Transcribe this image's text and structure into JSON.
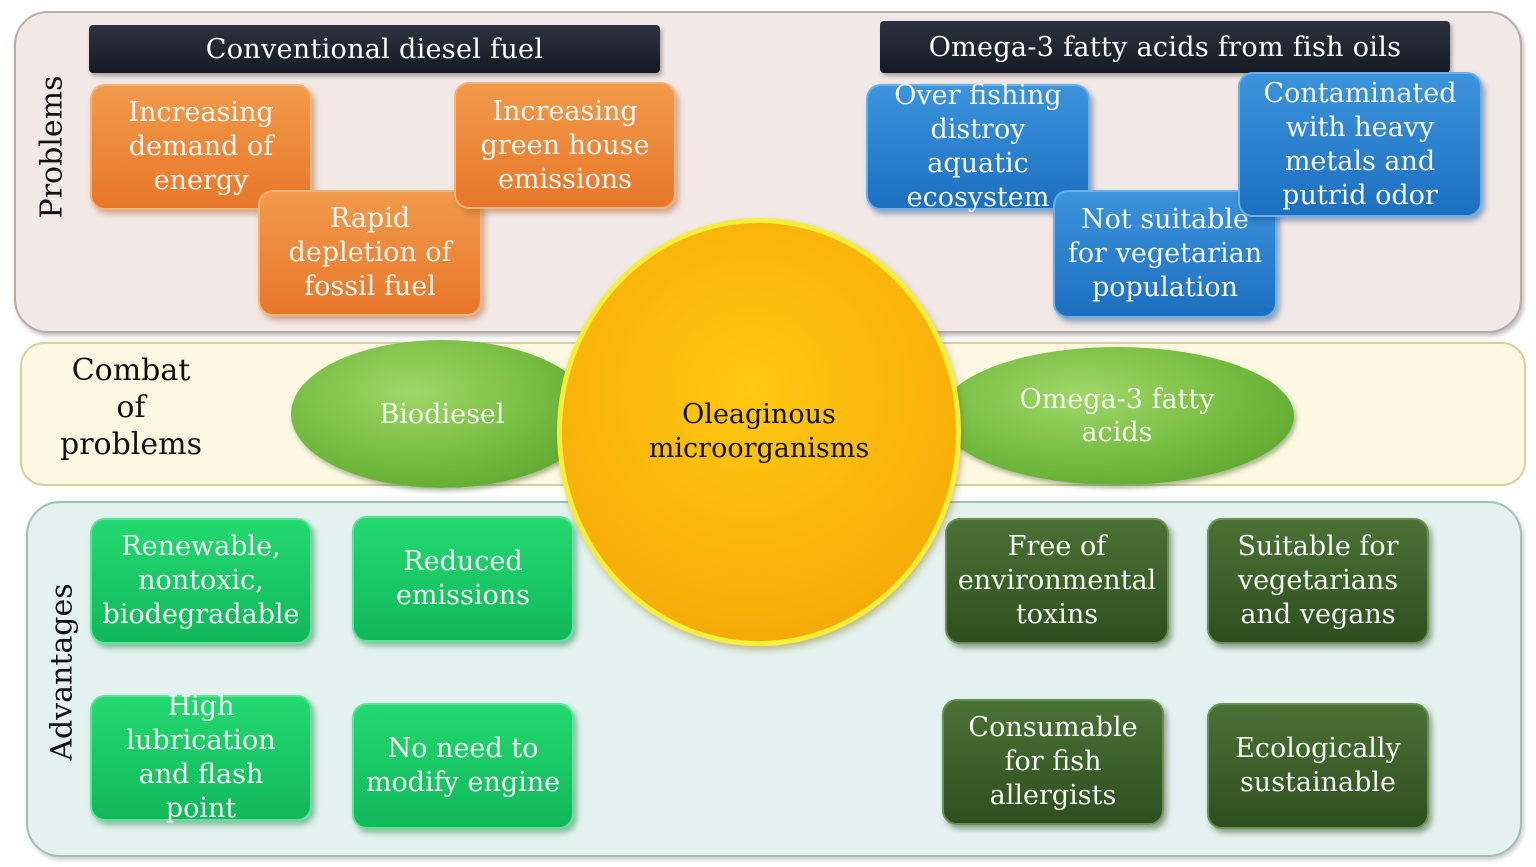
{
  "sections": {
    "problems_label": "Problems",
    "combat_label": "Combat\nof\nproblems",
    "advantages_label": "Advantages"
  },
  "headers": {
    "diesel": "Conventional diesel fuel",
    "omega": "Omega-3 fatty acids from fish oils"
  },
  "problems": {
    "diesel": [
      "Increasing\ndemand of\nenergy",
      "Rapid\ndepletion of\nfossil fuel",
      "Increasing\ngreen house\nemissions"
    ],
    "omega": [
      "Over fishing\ndistroy aquatic\necosystem",
      "Not suitable\nfor vegetarian\npopulation",
      "Contaminated\nwith heavy\nmetals and\nputrid odor"
    ]
  },
  "combat": {
    "biodiesel": "Biodiesel",
    "center": "Oleaginous\nmicroorganisms",
    "omega": "Omega-3 fatty\nacids"
  },
  "advantages": {
    "biodiesel": [
      "Renewable,\nnontoxic,\nbiodegradable",
      "Reduced\nemissions",
      "High\nlubrication\nand flash point",
      "No need to\nmodify engine"
    ],
    "omega": [
      "Free of\nenvironmental\ntoxins",
      "Suitable for\nvegetarians\nand vegans",
      "Consumable\nfor fish\nallergists",
      "Ecologically\nsustainable"
    ]
  },
  "colors": {
    "orange": "#ed8533",
    "blue": "#2a82d0",
    "bright_green": "#17c865",
    "dark_green": "#3c6029",
    "leaf_green": "#7cc144",
    "center_yellow": "#f8b00b",
    "header_dark": "#1e2530"
  }
}
